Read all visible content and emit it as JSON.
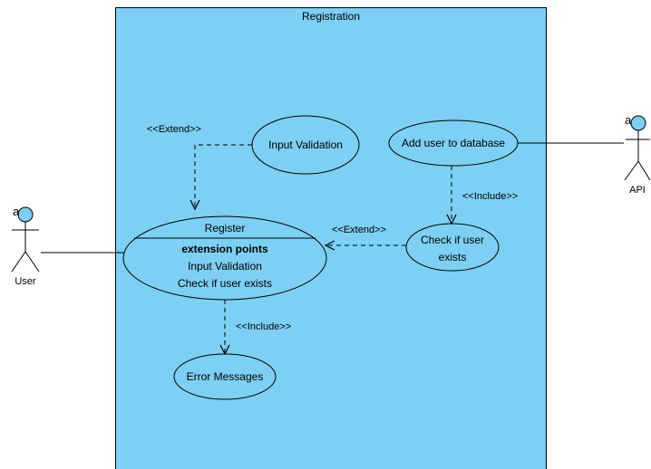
{
  "system": {
    "title": "Registration",
    "fill": "#7dcff3",
    "stroke": "#000000"
  },
  "actors": {
    "user": {
      "name": "User",
      "stereotype": "a"
    },
    "api": {
      "name": "API",
      "stereotype": "a"
    }
  },
  "use_cases": {
    "register": {
      "name": "Register",
      "extension_header": "extension points",
      "extension_points": [
        "Input Validation",
        "Check if user exists"
      ]
    },
    "input_validation": {
      "name": "Input Validation"
    },
    "add_user": {
      "name": "Add user to database"
    },
    "check_user": {
      "line1": "Check if user",
      "line2": "exists"
    },
    "error_messages": {
      "name": "Error Messages"
    }
  },
  "relationships": {
    "extend_validation": "<<Extend>>",
    "include_check": "<<Include>>",
    "extend_check": "<<Extend>>",
    "include_errors": "<<Include>>"
  },
  "colors": {
    "use_case_fill": "#7dcff3",
    "actor_head": "#7dcff3",
    "line": "#000000"
  }
}
